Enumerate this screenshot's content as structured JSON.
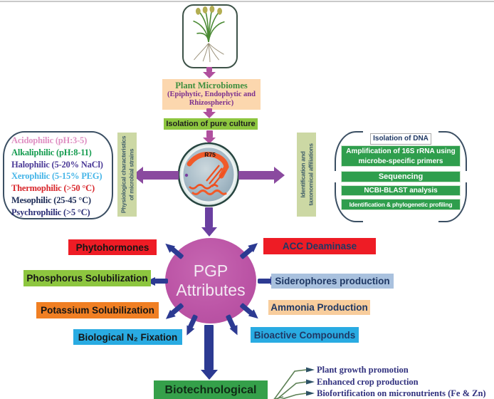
{
  "top_flow": {
    "plant_icon": "rice-plant",
    "microbiomes_title": "Plant Microbiomes",
    "microbiomes_subtitle": "(Epiphytic, Endophytic and Rhizospheric)",
    "pure_culture_label": "Isolation of pure culture",
    "petri_dish_label": "R75"
  },
  "left_panel": {
    "vertical_label": [
      "Physiological characteristics",
      "of microbial strains"
    ],
    "items": [
      {
        "text": "Acidophilic  (pH:3-5)",
        "color": "#df8fc2"
      },
      {
        "text": "Alkaliphilic (pH:8-11)",
        "color": "#169c50"
      },
      {
        "text": "Halophilic (5-20% NaCl)",
        "color": "#4b3a97"
      },
      {
        "text": "Xerophilic (5-15% PEG)",
        "color": "#45b5e8"
      },
      {
        "text": "Thermophilic (>50 °C)",
        "color": "#d8262b"
      },
      {
        "text": "Mesophilic (25-45 °C)",
        "color": "#1c2b56"
      },
      {
        "text": "Psychrophilic  (>5 °C)",
        "color": "#2c2f77"
      }
    ]
  },
  "right_panel": {
    "vertical_label": [
      "Identification and",
      "taxonomical affiliations"
    ],
    "dna_header": "Isolation of DNA",
    "steps": [
      "Amplification of 16S rRNA using microbe-specific primers",
      "Sequencing",
      "NCBI-BLAST analysis",
      "Identification & phylogenetic profiling"
    ]
  },
  "pgp": {
    "center_line1": "PGP",
    "center_line2": "Attributes",
    "attributes": [
      {
        "label": "Phytohormones",
        "bg": "#ee1c25"
      },
      {
        "label": "ACC Deaminase",
        "bg": "#ee1c25"
      },
      {
        "label": "Phosphorus Solubilization",
        "bg": "#8dc63f"
      },
      {
        "label": "Siderophores production",
        "bg": "#a9c1de"
      },
      {
        "label": "Potassium Solubilization",
        "bg": "#f07f23"
      },
      {
        "label": "Ammonia Production",
        "bg": "#f8cd9c"
      },
      {
        "label": "Biological N₂ Fixation",
        "bg": "#29abe2"
      },
      {
        "label": "Bioactive Compounds",
        "bg": "#29abe2"
      }
    ]
  },
  "bottom": {
    "box_label": "Biotechnological",
    "outcomes": [
      "Plant growth promotion",
      "Enhanced crop production",
      "Biofortification on micronutrients (Fe & Zn)"
    ]
  },
  "colors": {
    "magenta_arrow": "#b0509e",
    "purple_cross_arrow": "#8a4a9f",
    "purple_down_arrow": "#6a3fa0",
    "navy_arrow": "#2c3a92",
    "pgp_circle": "#bc55a6",
    "dna_step_green": "#2f9e4d",
    "vertical_label_bg": "#ccd8a4",
    "biotech_green": "#35a04a"
  }
}
